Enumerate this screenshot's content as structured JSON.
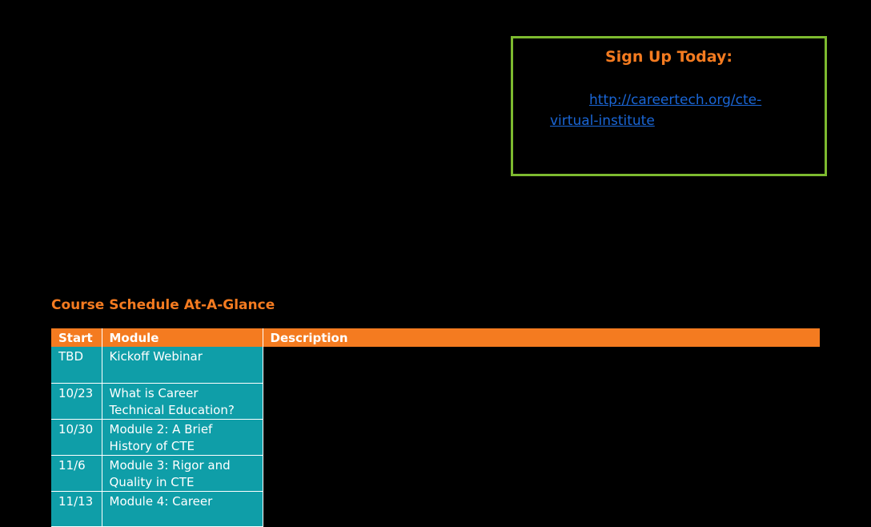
{
  "signup": {
    "title": "Sign Up Today:",
    "link_text": "http://careertech.org/cte-virtual-institute"
  },
  "schedule": {
    "heading": "Course Schedule At-A-Glance",
    "columns": [
      "Start",
      "Module",
      "Description"
    ],
    "rows": [
      {
        "start": "TBD",
        "module": "Kickoff Webinar",
        "description": ""
      },
      {
        "start": "10/23",
        "module": "What is Career Technical Education?",
        "description": ""
      },
      {
        "start": "10/30",
        "module": "Module 2: A Brief History of CTE",
        "description": ""
      },
      {
        "start": "11/6",
        "module": "Module 3: Rigor and Quality in CTE",
        "description": ""
      },
      {
        "start": "11/13",
        "module": "Module 4: Career",
        "description": ""
      }
    ]
  },
  "colors": {
    "accent_orange": "#f47b20",
    "teal": "#0f9ea8",
    "box_border_green": "#7dba2f",
    "link_blue": "#1a66d6",
    "background": "#000000"
  }
}
